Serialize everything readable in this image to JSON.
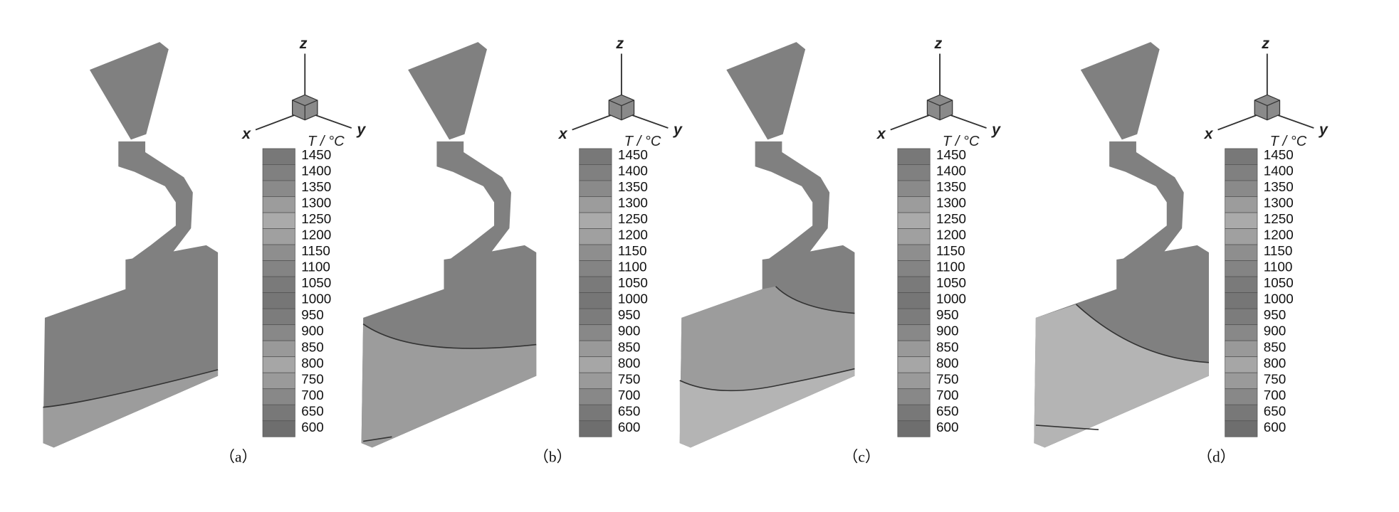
{
  "legend": {
    "title": "T / °C",
    "ticks": [
      "1450",
      "1400",
      "1350",
      "1300",
      "1250",
      "1200",
      "1150",
      "1100",
      "1050",
      "1000",
      "950",
      "900",
      "850",
      "800",
      "750",
      "700",
      "650",
      "600"
    ],
    "colors": [
      "#787878",
      "#808080",
      "#8a8a8a",
      "#9c9c9c",
      "#aaaaaa",
      "#a0a0a0",
      "#8e8e8e",
      "#848484",
      "#7a7a7a",
      "#767676",
      "#7c7c7c",
      "#888888",
      "#999999",
      "#a6a6a6",
      "#9a9a9a",
      "#888888",
      "#787878",
      "#6e6e6e"
    ]
  },
  "axes": {
    "x": "x",
    "y": "y",
    "z": "z"
  },
  "panels": [
    {
      "caption": "（a）"
    },
    {
      "caption": "（b）"
    },
    {
      "caption": "（c）"
    },
    {
      "caption": "（d）"
    }
  ],
  "colors": {
    "hot": "#808080",
    "mid": "#9c9c9c",
    "cool": "#b4b4b4",
    "line": "#333333"
  }
}
